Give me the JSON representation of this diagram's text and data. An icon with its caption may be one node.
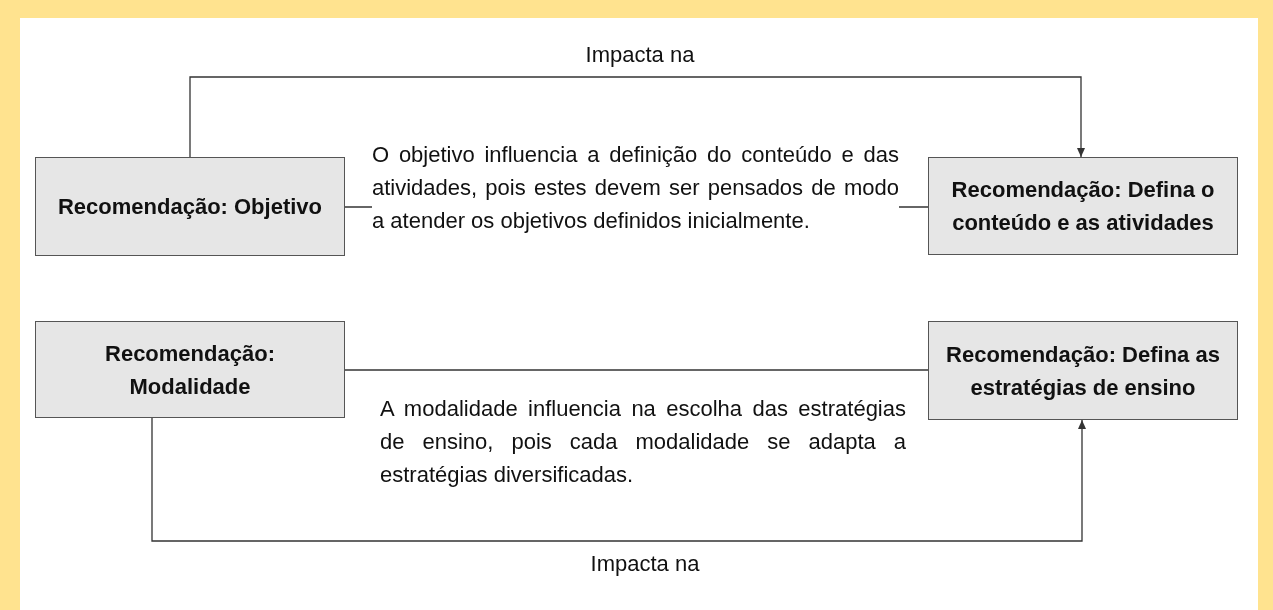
{
  "diagram": {
    "nodes": [
      {
        "text": [
          "Recomendação: Objetivo"
        ]
      },
      {
        "text": [
          "Recomendação: Defina o conteúdo e as atividades"
        ]
      },
      {
        "text": [
          "Recomendação: Modalidade"
        ]
      },
      {
        "text": [
          "Recomendação: Defina as estratégias de ensino"
        ]
      }
    ],
    "edges": [
      {
        "from": 0,
        "to": 1,
        "arrow": "to",
        "label": "Impacta na"
      },
      {
        "from": 0,
        "to": 1,
        "arrow": "none",
        "label": "O objetivo influencia a definição do conteúdo e das atividades, pois estes devem ser pensados de modo a atender os objetivos definidos inicialmente."
      },
      {
        "from": 2,
        "to": 3,
        "arrow": "none",
        "label": "A modalidade influencia na escolha das estratégias de ensino, pois cada modalidade se adapta a estratégias diversificadas."
      },
      {
        "from": 2,
        "to": 3,
        "arrow": "to",
        "label": "Impacta na"
      }
    ]
  }
}
